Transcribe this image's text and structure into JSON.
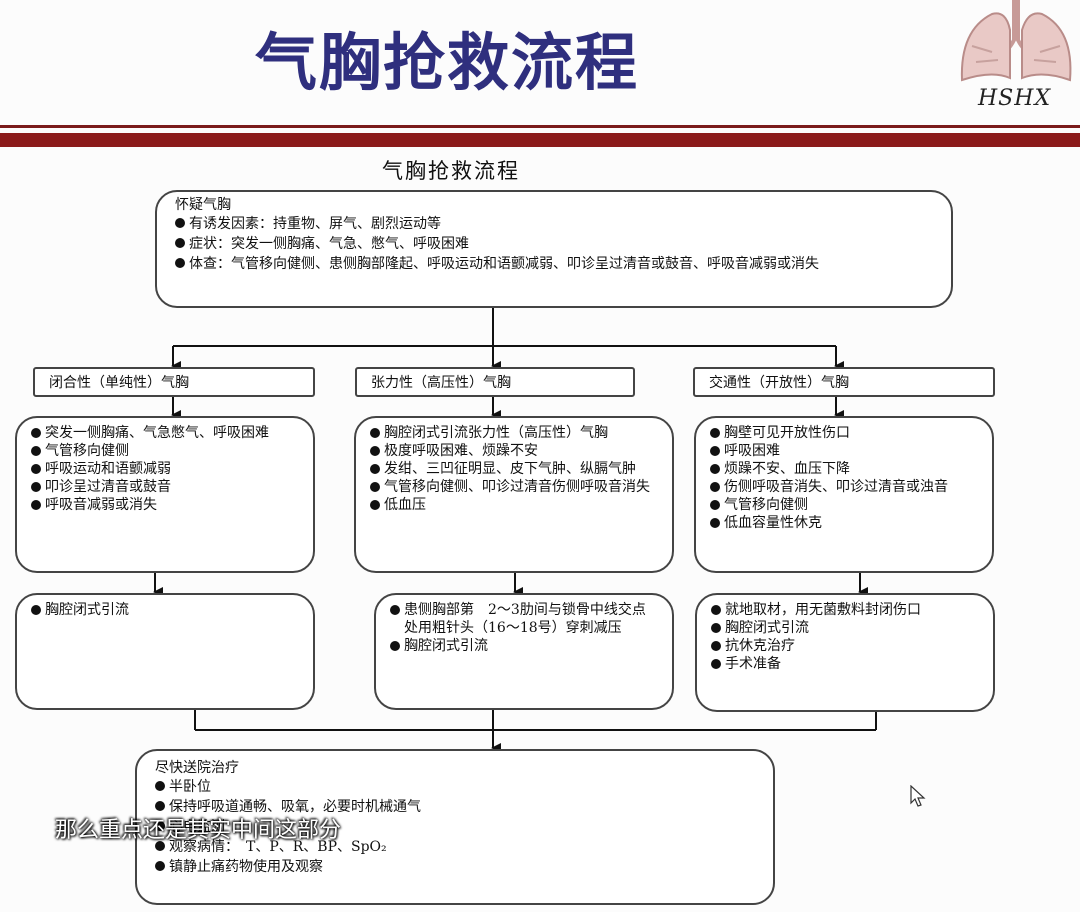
{
  "slide": {
    "title": "气胸抢救流程",
    "logo_text": "HSHX"
  },
  "diagram": {
    "title": "气胸抢救流程",
    "suspect": {
      "heading": "怀疑气胸",
      "items": [
        "有诱发因素：持重物、屏气、剧烈运动等",
        "症状：突发一侧胸痛、气急、憋气、呼吸困难",
        "体查：气管移向健侧、患侧胸部隆起、呼吸运动和语颤减弱、叩诊呈过清音或鼓音、呼吸音减弱或消失"
      ]
    },
    "types": [
      {
        "label": "闭合性（单纯性）气胸",
        "signs": [
          "突发一侧胸痛、气急憋气、呼吸困难",
          "气管移向健侧",
          "呼吸运动和语颤减弱",
          "叩诊呈过清音或鼓音",
          "呼吸音减弱或消失"
        ],
        "treatment": [
          "胸腔闭式引流"
        ]
      },
      {
        "label": "张力性（高压性）气胸",
        "signs": [
          "胸腔闭式引流张力性（高压性）气胸",
          "极度呼吸困难、烦躁不安",
          "发绀、三凹征明显、皮下气肿、纵膈气肿",
          "气管移向健侧、叩诊过清音伤侧呼吸音消失",
          "低血压"
        ],
        "treatment": [
          "患侧胸部第　2～3肋间与锁骨中线交点处用粗针头（16～18号）穿刺减压",
          "胸腔闭式引流"
        ]
      },
      {
        "label": "交通性（开放性）气胸",
        "signs": [
          "胸壁可见开放性伤口",
          "呼吸困难",
          "烦躁不安、血压下降",
          "伤侧呼吸音消失、叩诊过清音或浊音",
          "气管移向健侧",
          "低血容量性休克"
        ],
        "treatment": [
          "就地取材，用无菌敷料封闭伤口",
          "胸腔闭式引流",
          "抗休克治疗",
          "手术准备"
        ]
      }
    ],
    "final": {
      "heading": "尽快送院治疗",
      "items": [
        "半卧位",
        "保持呼吸道通畅、吸氧，必要时机械通气",
        "",
        "心电监测",
        "观察病情：　T、P、R、BP、SpO₂",
        "镇静止痛药物使用及观察"
      ]
    }
  },
  "video": {
    "subtitle": "那么重点还是其实中间这部分"
  }
}
